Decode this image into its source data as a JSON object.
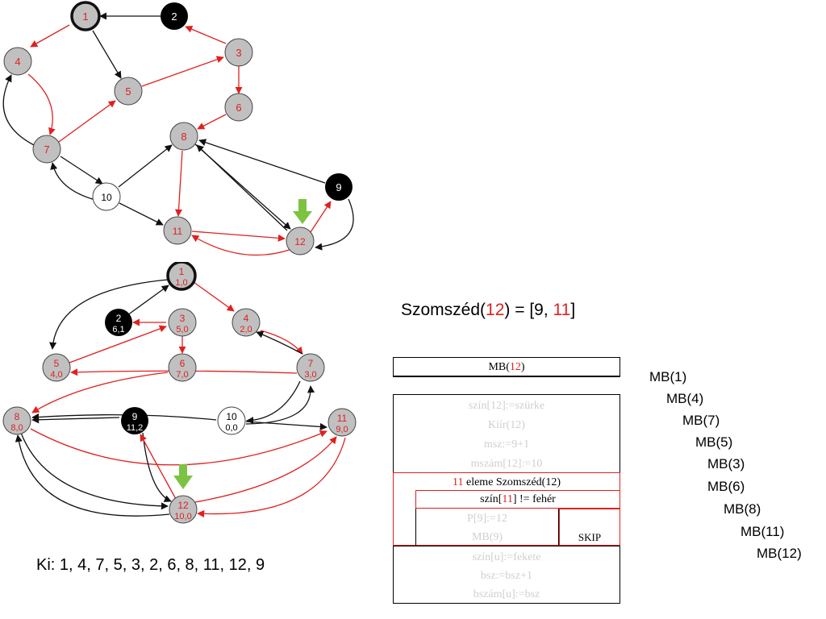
{
  "colors": {
    "arrow_red": "#e02020",
    "arrow_black": "#111111",
    "node_gray": "#c0c0c0",
    "node_black": "#000000",
    "node_white": "#ffffff",
    "green_marker": "#7dc242",
    "faint_text": "#cfcfcf"
  },
  "graph_top": {
    "nodes": [
      {
        "id": "n1",
        "label": "1",
        "fill": "gray",
        "text_color": "red",
        "bold_border": true
      },
      {
        "id": "n2",
        "label": "2",
        "fill": "black",
        "text_color": "white"
      },
      {
        "id": "n3",
        "label": "3",
        "fill": "gray",
        "text_color": "red"
      },
      {
        "id": "n4",
        "label": "4",
        "fill": "gray",
        "text_color": "red"
      },
      {
        "id": "n5",
        "label": "5",
        "fill": "gray",
        "text_color": "red"
      },
      {
        "id": "n6",
        "label": "6",
        "fill": "gray",
        "text_color": "red"
      },
      {
        "id": "n7",
        "label": "7",
        "fill": "gray",
        "text_color": "red"
      },
      {
        "id": "n8",
        "label": "8",
        "fill": "gray",
        "text_color": "red"
      },
      {
        "id": "n9",
        "label": "9",
        "fill": "black",
        "text_color": "white"
      },
      {
        "id": "n10",
        "label": "10",
        "fill": "white",
        "text_color": "black"
      },
      {
        "id": "n11",
        "label": "11",
        "fill": "gray",
        "text_color": "red"
      },
      {
        "id": "n12",
        "label": "12",
        "fill": "gray",
        "text_color": "red"
      }
    ]
  },
  "graph_bottom": {
    "nodes": [
      {
        "id": "b1",
        "label": "1",
        "sub": "1,0",
        "fill": "gray",
        "text_color": "red",
        "bold_border": true
      },
      {
        "id": "b2",
        "label": "2",
        "sub": "6,1",
        "fill": "black",
        "text_color": "white"
      },
      {
        "id": "b3",
        "label": "3",
        "sub": "5,0",
        "fill": "gray",
        "text_color": "red"
      },
      {
        "id": "b4",
        "label": "4",
        "sub": "2,0",
        "fill": "gray",
        "text_color": "red"
      },
      {
        "id": "b5",
        "label": "5",
        "sub": "4,0",
        "fill": "gray",
        "text_color": "red"
      },
      {
        "id": "b6",
        "label": "6",
        "sub": "7,0",
        "fill": "gray",
        "text_color": "red"
      },
      {
        "id": "b7",
        "label": "7",
        "sub": "3,0",
        "fill": "gray",
        "text_color": "red"
      },
      {
        "id": "b8",
        "label": "8",
        "sub": "8,0",
        "fill": "gray",
        "text_color": "red"
      },
      {
        "id": "b9",
        "label": "9",
        "sub": "11,2",
        "fill": "black",
        "text_color": "white"
      },
      {
        "id": "b10",
        "label": "10",
        "sub": "0,0",
        "fill": "white",
        "text_color": "black"
      },
      {
        "id": "b11",
        "label": "11",
        "sub": "9,0",
        "fill": "gray",
        "text_color": "red"
      },
      {
        "id": "b12",
        "label": "12",
        "sub": "10,0",
        "fill": "gray",
        "text_color": "red"
      }
    ]
  },
  "neighbors": {
    "prefix": "Szomszéd(",
    "node": "12",
    "middle": ") = [9, ",
    "highlight": "11",
    "suffix": "]"
  },
  "output": {
    "text": "Ki: 1, 4, 7, 5, 3, 2, 6, 8, 11, 12, 9"
  },
  "call_stack": [
    "MB(1)",
    "MB(4)",
    "MB(7)",
    "MB(5)",
    "MB(3)",
    "MB(6)",
    "MB(8)",
    "MB(11)",
    "MB(12)"
  ],
  "nsd": {
    "header_prefix": "MB(",
    "header_arg": "12",
    "header_suffix": ")",
    "faint_rows_top": [
      "szín[12]:=szürke",
      "Kiír(12)",
      "msz:=9+1",
      "mszám[12]:=10"
    ],
    "loop_arg": "11",
    "loop_text": " eleme Szomszéd(12)",
    "cond_prefix": "szín[",
    "cond_arg": "11",
    "cond_suffix": "] != fehér",
    "faint_rows_branch": [
      "P[9]:=12",
      "MB(9)"
    ],
    "skip_label": "SKIP",
    "faint_rows_bottom": [
      "szín[u]:=fekete",
      "bsz:=bsz+1",
      "bszám[u]:=bsz"
    ]
  }
}
